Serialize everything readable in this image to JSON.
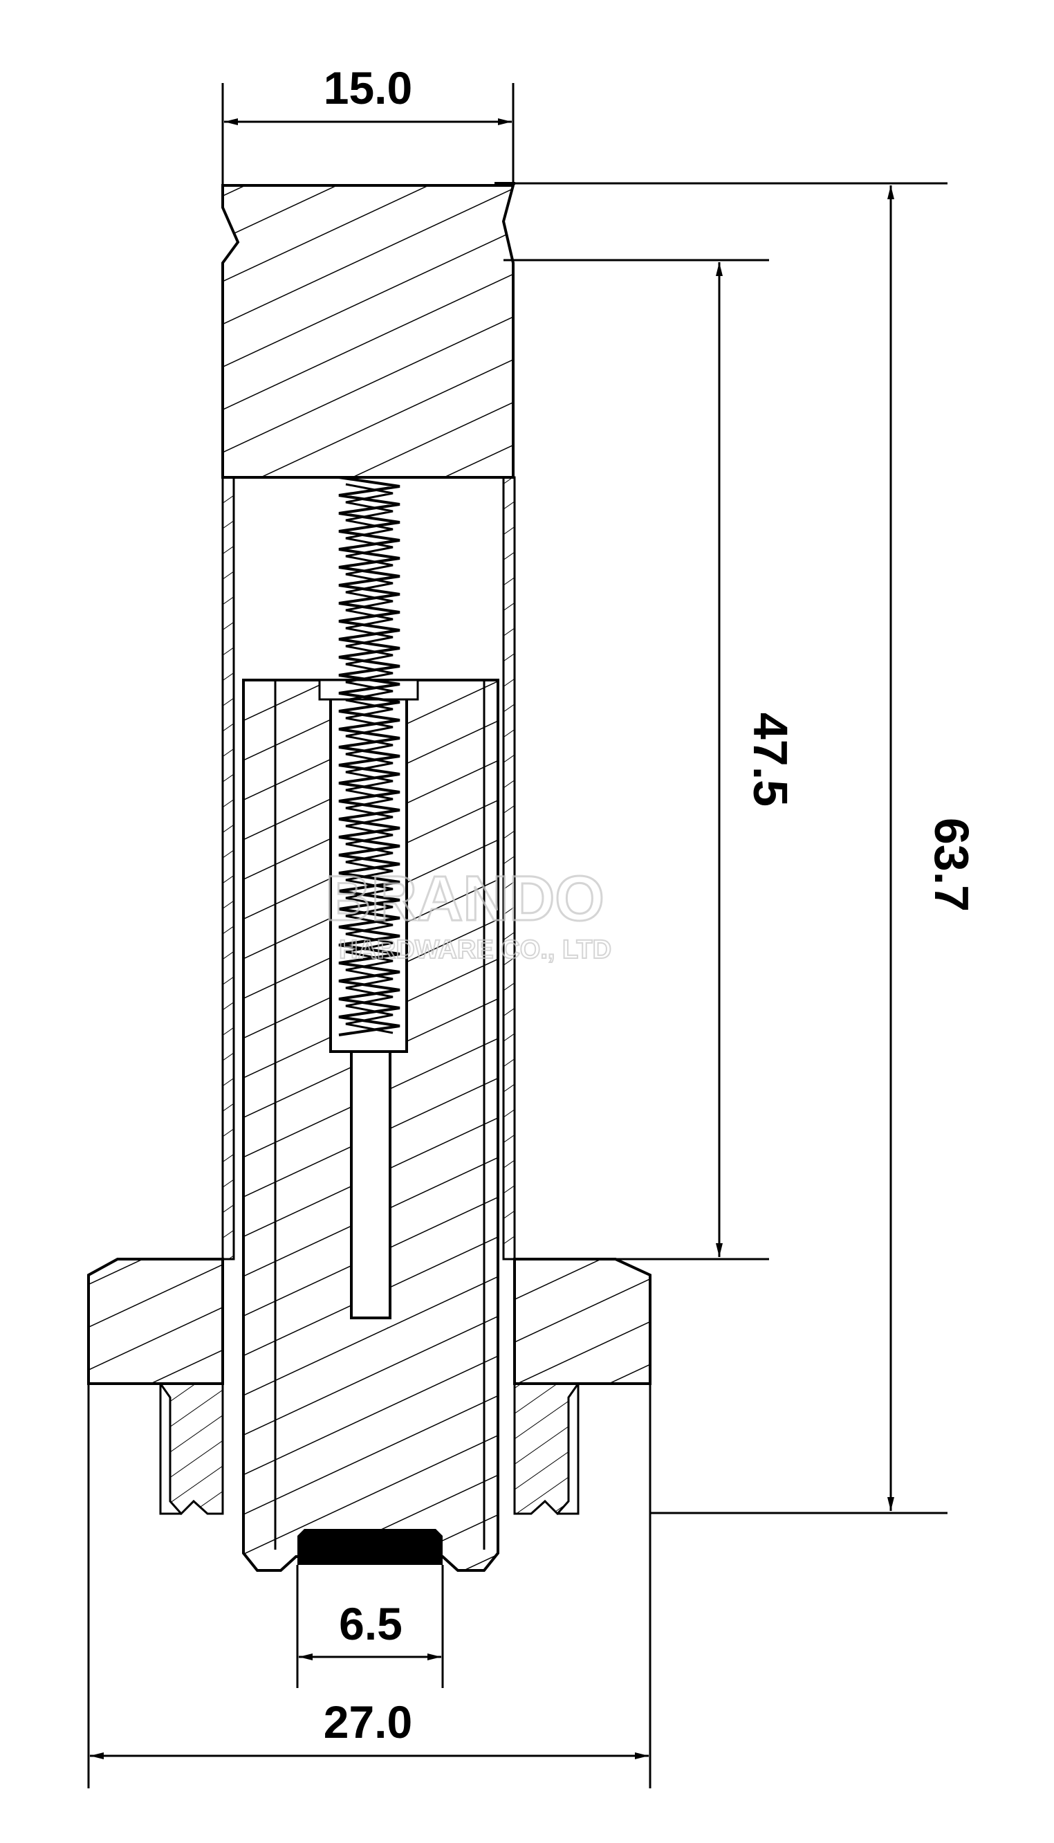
{
  "drawing": {
    "line_color": "#000000",
    "background": "#ffffff",
    "dimensions": {
      "top_width": "15.0",
      "inner_height": "47.5",
      "overall_height": "63.7",
      "plunger_diameter": "6.5",
      "flange_width": "27.0"
    },
    "watermark": {
      "brand": "BRANDO",
      "company": "HARDWARE CO., LTD",
      "color": "#c8c8c8"
    }
  }
}
